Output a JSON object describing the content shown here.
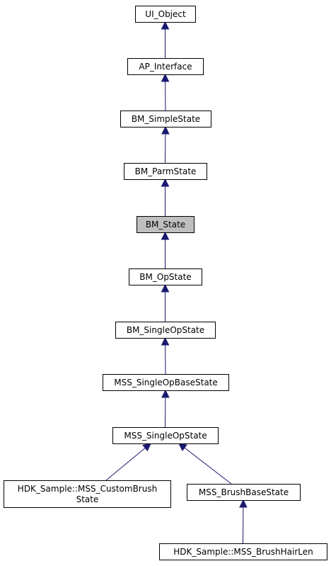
{
  "nodes": [
    {
      "id": "ui_object",
      "lines": [
        "UI_Object"
      ]
    },
    {
      "id": "ap_interface",
      "lines": [
        "AP_Interface"
      ]
    },
    {
      "id": "bm_simplestate",
      "lines": [
        "BM_SimpleState"
      ]
    },
    {
      "id": "bm_parmstate",
      "lines": [
        "BM_ParmState"
      ]
    },
    {
      "id": "bm_state",
      "lines": [
        "BM_State"
      ],
      "current": true
    },
    {
      "id": "bm_opstate",
      "lines": [
        "BM_OpState"
      ]
    },
    {
      "id": "bm_singleopstate",
      "lines": [
        "BM_SingleOpState"
      ]
    },
    {
      "id": "mss_singleopbasestate",
      "lines": [
        "MSS_SingleOpBaseState"
      ]
    },
    {
      "id": "mss_singleopstate",
      "lines": [
        "MSS_SingleOpState"
      ]
    },
    {
      "id": "hdk_custombrushstate",
      "lines": [
        "HDK_Sample::MSS_CustomBrush",
        "State"
      ]
    },
    {
      "id": "mss_brushbasestate",
      "lines": [
        "MSS_BrushBaseState"
      ]
    },
    {
      "id": "hdk_brushhairlen",
      "lines": [
        "HDK_Sample::MSS_BrushHairLen"
      ]
    }
  ],
  "edges": [
    {
      "from": "ap_interface",
      "to": "ui_object"
    },
    {
      "from": "bm_simplestate",
      "to": "ap_interface"
    },
    {
      "from": "bm_parmstate",
      "to": "bm_simplestate"
    },
    {
      "from": "bm_state",
      "to": "bm_parmstate"
    },
    {
      "from": "bm_opstate",
      "to": "bm_state"
    },
    {
      "from": "bm_singleopstate",
      "to": "bm_opstate"
    },
    {
      "from": "mss_singleopbasestate",
      "to": "bm_singleopstate"
    },
    {
      "from": "mss_singleopstate",
      "to": "mss_singleopbasestate"
    },
    {
      "from": "hdk_custombrushstate",
      "to": "mss_singleopstate"
    },
    {
      "from": "mss_brushbasestate",
      "to": "mss_singleopstate"
    },
    {
      "from": "hdk_brushhairlen",
      "to": "mss_brushbasestate"
    }
  ],
  "colors": {
    "edge": "#191970",
    "node_border": "#000000",
    "node_fill": "#ffffff",
    "current_fill": "#bfbfbf"
  }
}
